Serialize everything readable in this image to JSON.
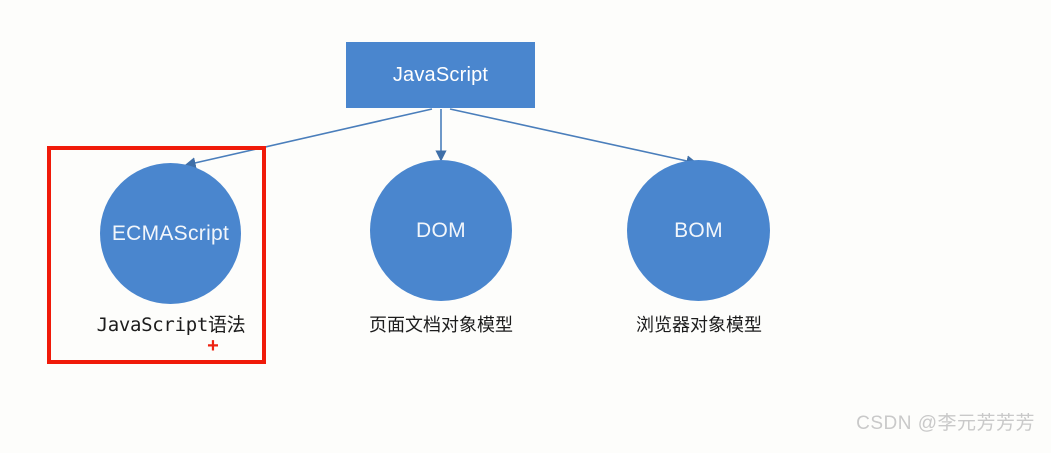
{
  "diagram": {
    "root": {
      "label": "JavaScript"
    },
    "nodes": [
      {
        "id": "ecmascript",
        "label": "ECMAScript",
        "caption": "JavaScript语法",
        "highlighted": true,
        "annotation": "+"
      },
      {
        "id": "dom",
        "label": "DOM",
        "caption": "页面文档对象模型",
        "highlighted": false,
        "annotation": ""
      },
      {
        "id": "bom",
        "label": "BOM",
        "caption": "浏览器对象模型",
        "highlighted": false,
        "annotation": ""
      }
    ],
    "colors": {
      "node_fill": "#4a86ce",
      "node_text": "#ffffff",
      "connector": "#4a7ebb",
      "highlight_border": "#f01a09",
      "annotation": "#ee2211",
      "background": "#fdfdfb",
      "caption_text": "#1c1c1c",
      "watermark_text": "#c9c9c9"
    }
  },
  "watermark": {
    "text": "CSDN @李元芳芳芳"
  }
}
